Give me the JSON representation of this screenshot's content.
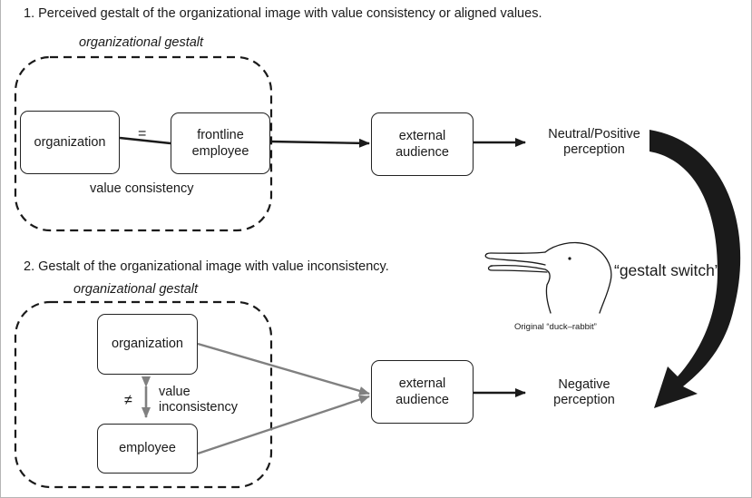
{
  "section1": {
    "heading": "1. Perceived gestalt of the organizational image with value consistency or aligned values.",
    "group_label": "organizational gestalt",
    "organization": "organization",
    "equals_symbol": "=",
    "frontline_employee": "frontline\nemployee",
    "consistency_label": "value consistency",
    "external_audience": "external\naudience",
    "outcome": "Neutral/Positive\nperception"
  },
  "section2": {
    "heading": "2. Gestalt of the organizational image with value inconsistency.",
    "group_label": "organizational gestalt",
    "organization": "organization",
    "not_equal_symbol": "≠",
    "inconsistency_label": "value\ninconsistency",
    "employee": "employee",
    "external_audience": "external\naudience",
    "outcome": "Negative\nperception"
  },
  "switch": {
    "label": "“gestalt switch”",
    "figure_caption": "Original “duck–rabbit”"
  },
  "colors": {
    "ink": "#1a1a1a",
    "grey_arrow": "#808080",
    "frame": "#b5b5b5"
  }
}
